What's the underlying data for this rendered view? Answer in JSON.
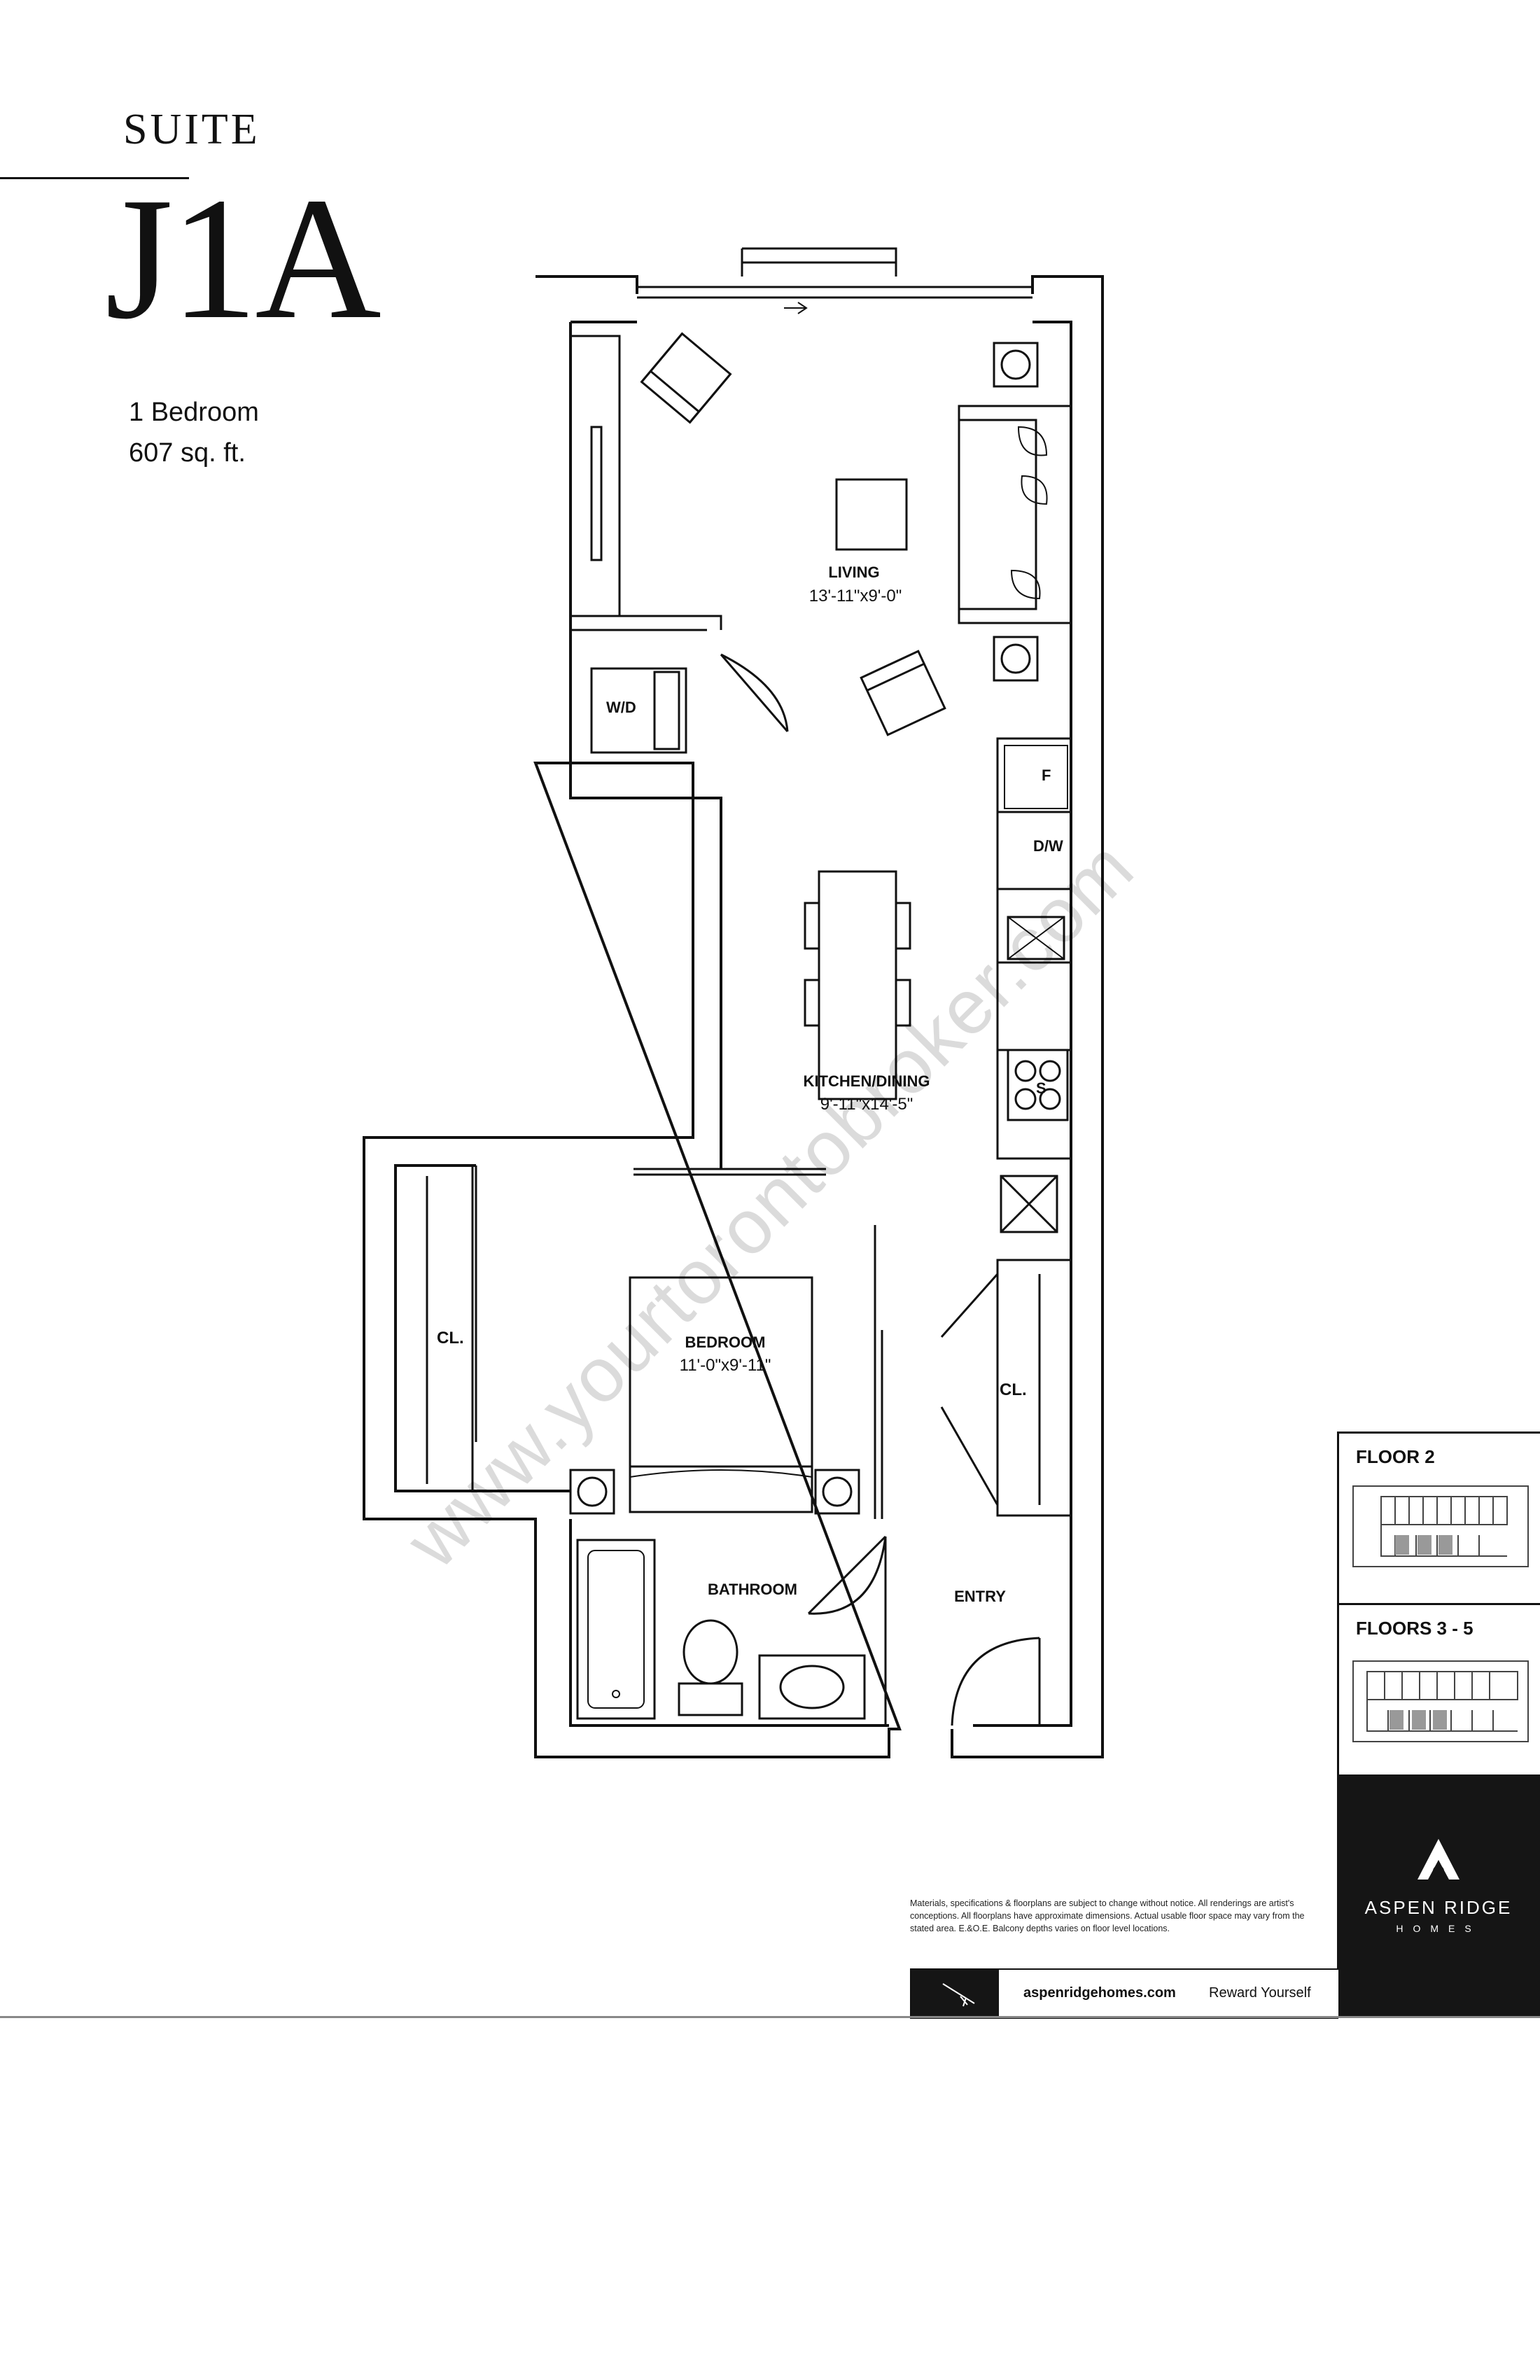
{
  "header": {
    "suite_word": "SUITE",
    "suite_code": "J1A",
    "bedrooms": "1 Bedroom",
    "area": "607 sq. ft."
  },
  "rooms": {
    "living": {
      "name": "LIVING",
      "size": "13'-11\"x9'-0\""
    },
    "kitchen": {
      "name": "KITCHEN/DINING",
      "size": "9'-11\"x14'-5\""
    },
    "bedroom": {
      "name": "BEDROOM",
      "size": "11'-0\"x9'-11\""
    },
    "bathroom": {
      "name": "BATHROOM"
    },
    "entry": {
      "name": "ENTRY"
    },
    "closet_left": {
      "name": "CL."
    },
    "closet_right": {
      "name": "CL."
    },
    "washer_dryer": {
      "name": "W/D"
    }
  },
  "fixtures": {
    "fridge": "F",
    "dishwasher": "D/W",
    "stove": "S"
  },
  "keyplans": [
    {
      "title": "FLOOR 2"
    },
    {
      "title": "FLOORS 3 - 5"
    }
  ],
  "brand": {
    "name": "ASPEN RIDGE",
    "sub": "HOMES",
    "website": "aspenridgehomes.com",
    "tagline": "Reward Yourself"
  },
  "disclaimer": "Materials, specifications & floorplans are subject to change without notice. All renderings are artist's conceptions. All floorplans have approximate dimensions. Actual usable floor space may vary from the stated area. E.&O.E. Balcony depths varies on floor level locations.",
  "watermark": "www.yourtorontobroker.com",
  "colors": {
    "ink": "#111111",
    "brand_black": "#151515"
  }
}
